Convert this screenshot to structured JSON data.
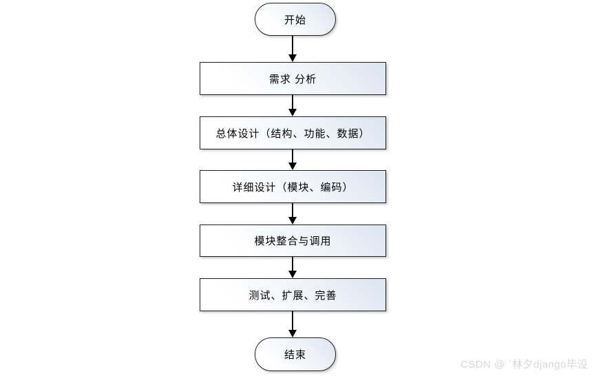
{
  "flowchart": {
    "nodes": [
      {
        "type": "terminator",
        "label": "开始"
      },
      {
        "type": "process",
        "label": "需求 分析"
      },
      {
        "type": "process",
        "label": "总体设计（结构、功能、数据）"
      },
      {
        "type": "process",
        "label": "详细设计（模块、编码）"
      },
      {
        "type": "process",
        "label": "模块整合与调用"
      },
      {
        "type": "process",
        "label": "测试、扩展、完善"
      },
      {
        "type": "terminator",
        "label": "结束"
      }
    ]
  },
  "watermark": {
    "text": "CSDN @ ˊ林夕django毕设"
  },
  "colors": {
    "background": "#ffffff",
    "node_border": "#1f1f1f",
    "node_fill_light": "#ffffff",
    "node_fill_tint": "#dce4f0",
    "arrow": "#000000",
    "watermark_text": "#d7d7d7"
  }
}
